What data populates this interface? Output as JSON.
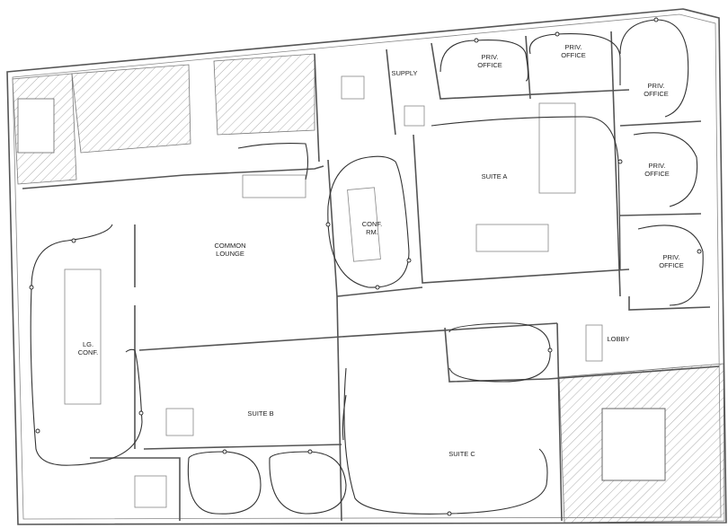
{
  "plan": {
    "rooms": {
      "common_lounge": [
        "COMMON",
        "LOUNGE"
      ],
      "lg_conf": [
        "LG.",
        "CONF."
      ],
      "conf_rm": [
        "CONF.",
        "RM."
      ],
      "supply": [
        "SUPPLY"
      ],
      "priv_office_1": [
        "PRIV.",
        "OFFICE"
      ],
      "priv_office_2": [
        "PRIV.",
        "OFFICE"
      ],
      "priv_office_3": [
        "PRIV.",
        "OFFICE"
      ],
      "priv_office_4": [
        "PRIV.",
        "OFFICE"
      ],
      "priv_office_5": [
        "PRIV.",
        "OFFICE"
      ],
      "suite_a": [
        "SUITE A"
      ],
      "suite_b": [
        "SUITE B"
      ],
      "suite_c": [
        "SUITE C"
      ],
      "lobby": [
        "LOBBY"
      ]
    },
    "colors": {
      "wall": "#555555",
      "circuit": "#333333",
      "hatch": "#999999"
    }
  }
}
